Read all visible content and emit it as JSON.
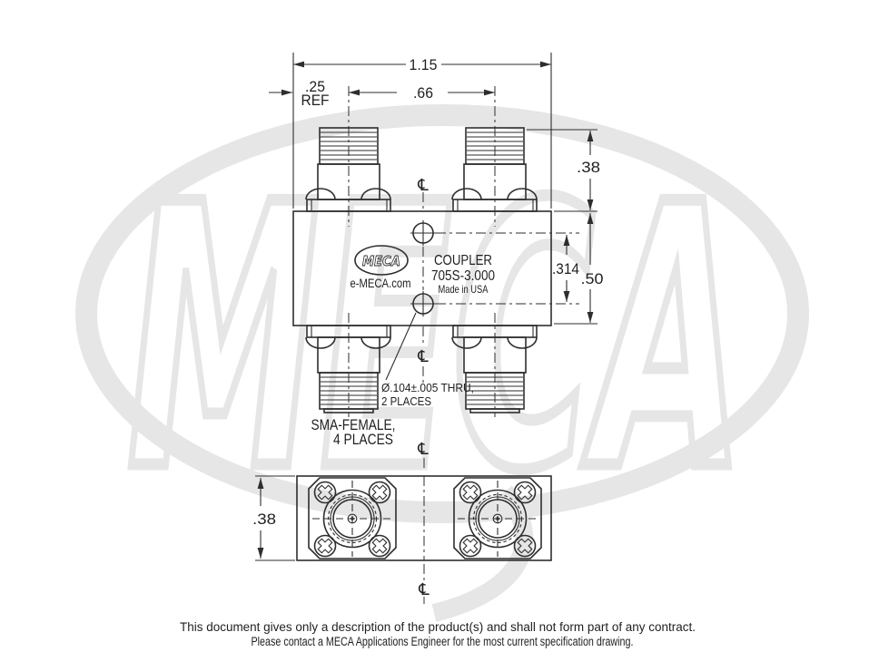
{
  "drawing": {
    "dimensions": {
      "overall_width": "1.15",
      "port_offset": ".25",
      "ref_label": "REF",
      "port_spacing": ".66",
      "connector_height": ".38",
      "hole_spacing": ".314",
      "body_height": ".50",
      "end_view_height": ".38"
    },
    "body_label": {
      "line1": "COUPLER",
      "line2": "705S-3.000",
      "line3": "Made in USA",
      "logo_text": "MECA",
      "logo_url": "e-MECA.com"
    },
    "notes": {
      "hole_note_line1": "Ø.104±.005 THRU,",
      "hole_note_line2": "2 PLACES",
      "connector_note_line1": "SMA-FEMALE,",
      "connector_note_line2": "4 PLACES"
    },
    "symbols": {
      "centerline": "℄"
    },
    "watermark_text": "MECA",
    "colors": {
      "line": "#2e2e2e",
      "text": "#1f1f1f",
      "watermark": "#e6e6e6",
      "background": "#ffffff"
    }
  },
  "footer": {
    "line1": "This document gives only a description of the product(s) and shall not form part of any contract.",
    "line2": "Please contact a MECA Applications Engineer for the most current specification drawing."
  }
}
